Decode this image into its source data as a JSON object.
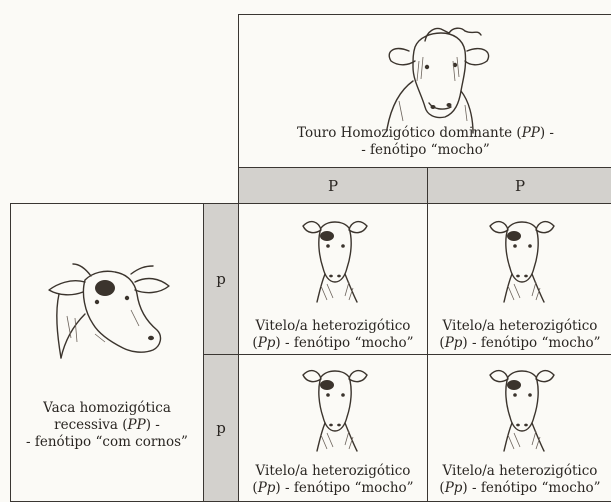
{
  "male_parent": {
    "line1": "Touro Homozigótico dominante (",
    "genotype": "PP",
    "line1_end": ") -",
    "line2": "- fenótipo “mocho”"
  },
  "male_alleles": [
    "P",
    "P"
  ],
  "female_parent": {
    "line1": "Vaca homozigótica",
    "line2_a": "recessiva (",
    "genotype": "PP",
    "line2_b": ") -",
    "line3": "- fenótipo “com cornos”"
  },
  "female_alleles": [
    "p",
    "p"
  ],
  "offspring": [
    {
      "line1": "Vitelo/a heterozigótico",
      "genotype": "Pp",
      "line2": " - fenótipo “mocho”"
    },
    {
      "line1": "Vitelo/a heterozigótico",
      "genotype": "Pp",
      "line2": " - fenótipo “mocho”"
    },
    {
      "line1": "Vitelo/a heterozigótico",
      "genotype": "Pp",
      "line2": " - fenótipo “mocho”"
    },
    {
      "line1": "Vitelo/a heterozigótico",
      "genotype": "Pp",
      "line2": " - fenótipo “mocho”"
    }
  ],
  "icons": {
    "bull": "bull-head-icon",
    "cow": "horned-cow-head-icon",
    "calf": "calf-head-icon"
  }
}
